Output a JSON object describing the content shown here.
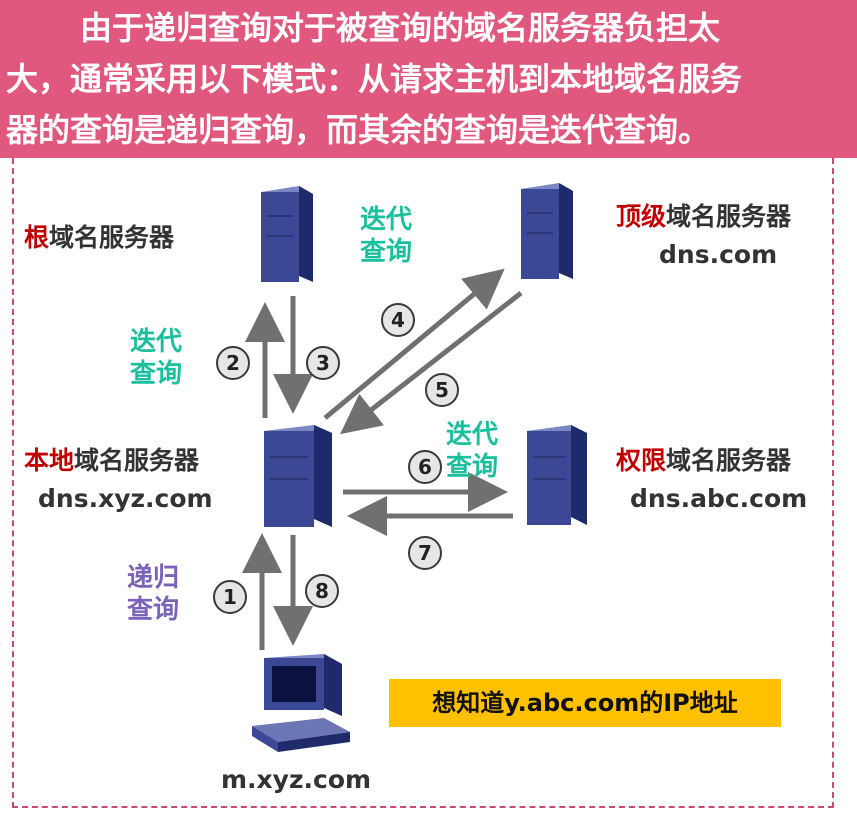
{
  "header": {
    "line1": "由于递归查询对于被查询的域名服务器负担太",
    "line2": "大，通常采用以下模式：从请求主机到本地域名服务",
    "line3": "器的查询是递归查询，而其余的查询是迭代查询。"
  },
  "nodes": {
    "root": {
      "highlight": "根",
      "rest": "域名服务器"
    },
    "tld": {
      "highlight": "顶级",
      "rest": "域名服务器",
      "domain": "dns.com"
    },
    "local": {
      "highlight": "本地",
      "rest": "域名服务器",
      "domain": "dns.xyz.com"
    },
    "auth": {
      "highlight": "权限",
      "rest": "域名服务器",
      "domain": "dns.abc.com"
    },
    "host": {
      "domain": "m.xyz.com"
    }
  },
  "query_labels": {
    "iter_top": {
      "l1": "迭代",
      "l2": "查询"
    },
    "iter_left": {
      "l1": "迭代",
      "l2": "查询"
    },
    "iter_right": {
      "l1": "迭代",
      "l2": "查询"
    },
    "recursive": {
      "l1": "递归",
      "l2": "查询"
    }
  },
  "steps": [
    "1",
    "2",
    "3",
    "4",
    "5",
    "6",
    "7",
    "8"
  ],
  "target_note": "想知道y.abc.com的IP地址",
  "colors": {
    "banner": "#e0587e",
    "highlight": "#c00000",
    "iterative": "#1abf9e",
    "recursive": "#7b62b8",
    "note": "#ffc000",
    "arrow": "#707070"
  }
}
